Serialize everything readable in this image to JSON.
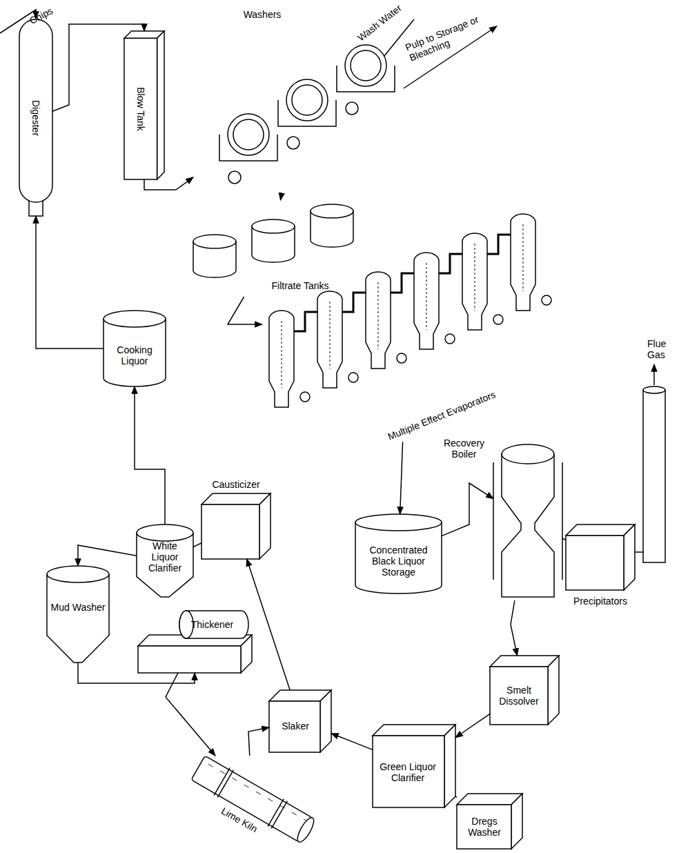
{
  "diagram": {
    "nodes": [
      {
        "text": [
          "Digester"
        ]
      },
      {
        "text": [
          "Blow Tank"
        ]
      },
      {
        "text": [
          "Washers"
        ]
      },
      {
        "text": [
          "Filtrate Tanks"
        ]
      },
      {
        "text": [
          "Multiple Effect Evaporators"
        ]
      },
      {
        "text": [
          "Cooking Liquor"
        ]
      },
      {
        "text": [
          "Causticizer"
        ]
      },
      {
        "text": [
          "White Liquor Clarifier"
        ]
      },
      {
        "text": [
          "Mud Washer"
        ]
      },
      {
        "text": [
          "Thickener"
        ]
      },
      {
        "text": [
          "Concentrated Black Liquor Storage"
        ]
      },
      {
        "text": [
          "Recovery Boiler"
        ]
      },
      {
        "text": [
          "Precipitators"
        ]
      },
      {
        "text": [
          "Smelt Dissolver"
        ]
      },
      {
        "text": [
          "Slaker"
        ]
      },
      {
        "text": [
          "Green Liquor Clarifier"
        ]
      },
      {
        "text": [
          "Dregs Washer"
        ]
      },
      {
        "text": [
          "Lime Kiln"
        ]
      }
    ],
    "edges": [
      {
        "from": 0,
        "to": 1,
        "arrow": "to"
      },
      {
        "from": 1,
        "to": 2,
        "arrow": "to"
      },
      {
        "from": 2,
        "to": 3,
        "arrow": "to"
      },
      {
        "from": 3,
        "to": 4,
        "arrow": "to"
      },
      {
        "from": 4,
        "to": 10,
        "arrow": "to"
      },
      {
        "from": 10,
        "to": 11,
        "arrow": "to"
      },
      {
        "from": 11,
        "to": 12,
        "arrow": "none"
      },
      {
        "from": 11,
        "to": 13,
        "arrow": "to"
      },
      {
        "from": 13,
        "to": 15,
        "arrow": "to"
      },
      {
        "from": 15,
        "to": 16,
        "arrow": "none"
      },
      {
        "from": 15,
        "to": 14,
        "arrow": "to"
      },
      {
        "from": 17,
        "to": 14,
        "arrow": "to"
      },
      {
        "from": 14,
        "to": 6,
        "arrow": "to"
      },
      {
        "from": 6,
        "to": 7,
        "arrow": "none"
      },
      {
        "from": 7,
        "to": 5,
        "arrow": "to"
      },
      {
        "from": 5,
        "to": 0,
        "arrow": "to"
      },
      {
        "from": 7,
        "to": 8,
        "arrow": "to"
      },
      {
        "from": 8,
        "to": 9,
        "arrow": "to"
      },
      {
        "from": 9,
        "to": 17,
        "arrow": "to"
      }
    ],
    "labels": [
      "Chips",
      "Wash Water",
      "Pulp to Storage or Bleaching",
      "Flue Gas"
    ]
  }
}
